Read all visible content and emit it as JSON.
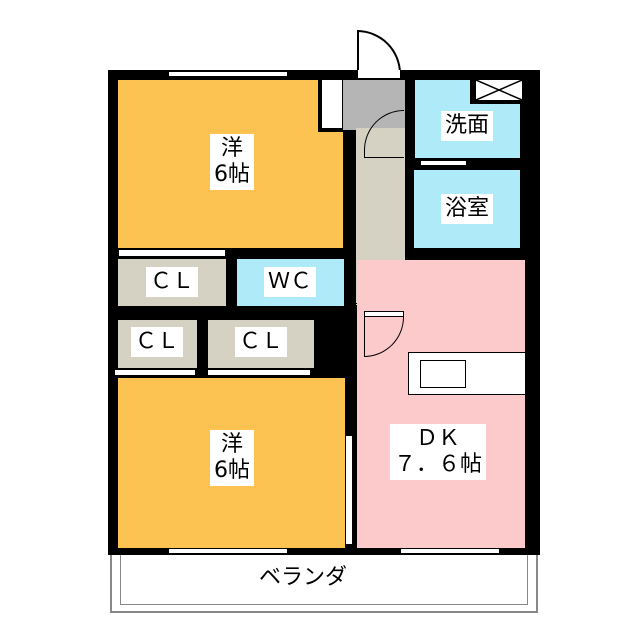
{
  "rooms": {
    "western_top": {
      "name": "洋",
      "size": "6帖"
    },
    "western_bottom": {
      "name": "洋",
      "size": "6帖"
    },
    "closet_1": "ＣＬ",
    "closet_2": "ＣＬ",
    "closet_3": "ＣＬ",
    "toilet": "ＷＣ",
    "washroom": "洗面",
    "bathroom": "浴室",
    "dining_kitchen": {
      "name": "ＤＫ",
      "size": "７．６帖"
    },
    "balcony": "ベランダ"
  },
  "colors": {
    "western": "#FCC352",
    "wet_area": "#AEEAF7",
    "dining_kitchen": "#FCCACB",
    "closet": "#D5D2C4",
    "wall": "#000000"
  }
}
